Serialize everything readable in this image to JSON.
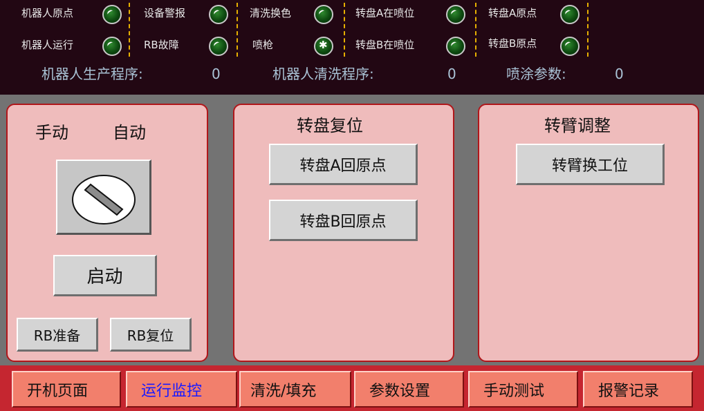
{
  "status": {
    "indicators": [
      {
        "label": "机器人原点",
        "icon": "green-lamp-icon"
      },
      {
        "label": "设备警报",
        "icon": "green-lamp-icon"
      },
      {
        "label": "清洗换色",
        "icon": "green-lamp-icon"
      },
      {
        "label": "转盘A在喷位",
        "icon": "green-lamp-icon"
      },
      {
        "label": "转盘A原点",
        "icon": "green-lamp-icon"
      },
      {
        "label": "机器人运行",
        "icon": "green-lamp-icon"
      },
      {
        "label": "RB故障",
        "icon": "green-lamp-icon"
      },
      {
        "label": "喷枪",
        "icon": "green-lamp-star-icon"
      },
      {
        "label": "转盘B在喷位",
        "icon": "green-lamp-icon"
      },
      {
        "label": "转盘B原点",
        "icon": "green-lamp-icon"
      }
    ],
    "programs": [
      {
        "label": "机器人生产程序:",
        "value": "0"
      },
      {
        "label": "机器人清洗程序:",
        "value": "0"
      },
      {
        "label": "喷涂参数:",
        "value": "0"
      }
    ]
  },
  "mode_panel": {
    "manual_label": "手动",
    "auto_label": "自动",
    "start_label": "启动",
    "rb_ready_label": "RB准备",
    "rb_reset_label": "RB复位"
  },
  "turntable_panel": {
    "title": "转盘复位",
    "a_home_label": "转盘A回原点",
    "b_home_label": "转盘B回原点"
  },
  "arm_panel": {
    "title": "转臂调整",
    "switch_label": "转臂换工位"
  },
  "nav": {
    "tabs": [
      {
        "label": "开机页面",
        "active": false
      },
      {
        "label": "运行监控",
        "active": true
      },
      {
        "label": "清洗/填充",
        "active": false
      },
      {
        "label": "参数设置",
        "active": false
      },
      {
        "label": "手动测试",
        "active": false
      },
      {
        "label": "报警记录",
        "active": false
      }
    ]
  },
  "colors": {
    "header_bg": "#220713",
    "panel_bg": "#efbcbc",
    "panel_border": "#b0161a",
    "nav_bg": "#c52630",
    "tab_bg": "#f27f6c",
    "active_tab_text": "#1a1aff",
    "lamp_green": "#0d4a10",
    "separator": "#e6b000"
  }
}
